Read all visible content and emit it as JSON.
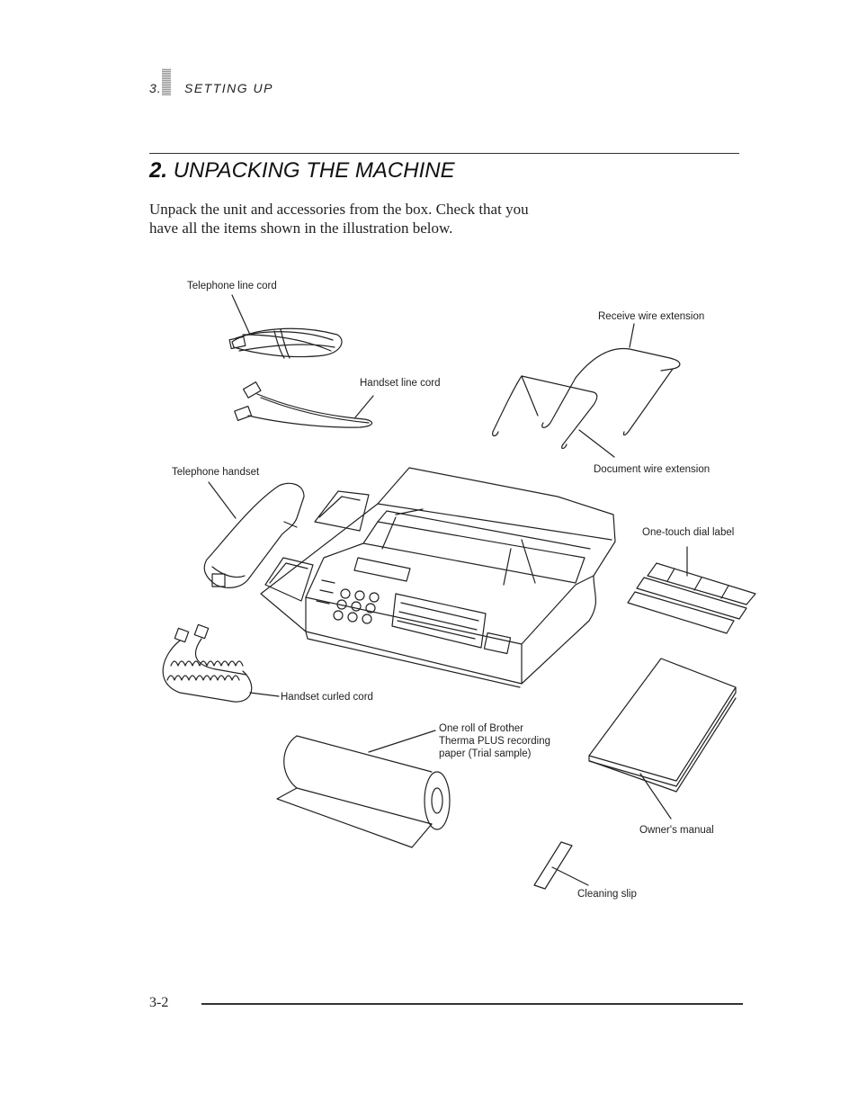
{
  "header": {
    "chapter": "3.",
    "section": "SETTING UP"
  },
  "title": {
    "number": "2.",
    "text": "UNPACKING THE MACHINE"
  },
  "intro": "Unpack the unit and accessories from the box. Check that you have all the items shown in the illustration below.",
  "labels": {
    "telephone_line_cord": "Telephone line cord",
    "receive_wire_extension": "Receive wire extension",
    "handset_line_cord": "Handset line cord",
    "telephone_handset": "Telephone handset",
    "document_wire_extension": "Document wire extension",
    "one_touch_dial_label": "One-touch dial label",
    "handset_curled_cord": "Handset curled cord",
    "paper_line1": "One roll of Brother",
    "paper_line2": "Therma PLUS recording",
    "paper_line3": "paper (Trial sample)",
    "owners_manual": "Owner's manual",
    "cleaning_slip": "Cleaning slip"
  },
  "footer": {
    "page_number": "3-2"
  }
}
